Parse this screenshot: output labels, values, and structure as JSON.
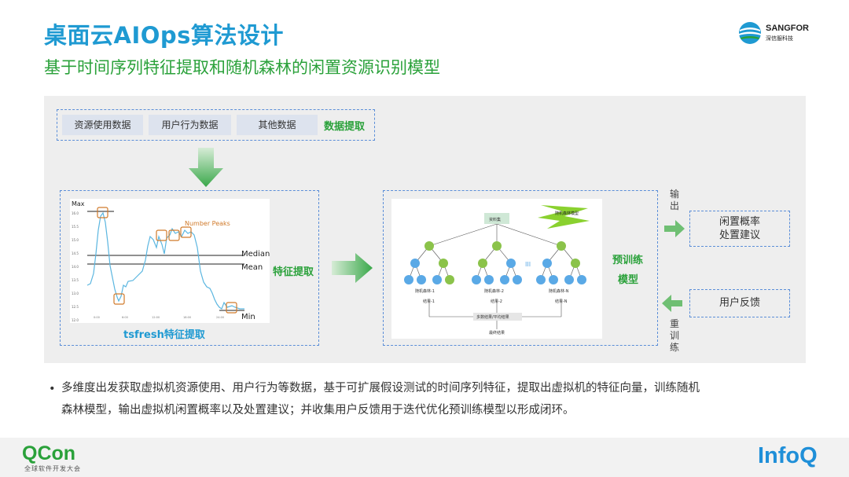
{
  "title": "桌面云AIOps算法设计",
  "subtitle": "基于时间序列特征提取和随机森林的闲置资源识别模型",
  "logo": {
    "name": "SANGFOR",
    "cn": "深信服科技",
    "brand_color": "#1f9ad2"
  },
  "colors": {
    "title_blue": "#1f9ad2",
    "accent_green": "#2aa13a",
    "dash_blue": "#5b8ed8",
    "panel_gray": "#eeeeee"
  },
  "data_extract": {
    "sources": [
      "资源使用数据",
      "用户行为数据",
      "其他数据"
    ],
    "label": "数据提取"
  },
  "feature_extract": {
    "label": "特征提取",
    "caption": "tsfresh特征提取",
    "chart_labels": {
      "max": "Max",
      "min": "Min",
      "median": "Median",
      "mean": "Mean",
      "peaks": "Number Peaks"
    },
    "y_ticks": [
      "16.0",
      "15.5",
      "15.0",
      "14.5",
      "14.0",
      "13.5",
      "13.0",
      "12.5",
      "12.0"
    ]
  },
  "model": {
    "label_line1": "预训练",
    "label_line2": "模型",
    "root_label": "资料集",
    "banner_label": "随机森林模型",
    "tree_labels": [
      "随机森林-1",
      "随机森林-2",
      "随机森林-N"
    ],
    "result_labels": [
      "结果-1",
      "结果-2",
      "结果-N"
    ],
    "vote_label": "多数结果/平均结果",
    "final_label": "最终结果"
  },
  "outputs": {
    "output_vertical": "输出",
    "output_box_line1": "闲置概率",
    "output_box_line2": "处置建议",
    "feedback_box": "用户反馈",
    "retrain_vertical": "重训练"
  },
  "bullet": {
    "symbol": "•",
    "line1": "多维度出发获取虚拟机资源使用、用户行为等数据，基于可扩展假设测试的时间序列特征，提取出虚拟机的特征向量，训练随机",
    "line2": "森林模型，输出虚拟机闲置概率以及处置建议；并收集用户反馈用于迭代优化预训练模型以形成闭环。"
  },
  "footer": {
    "left_logo": "QCon",
    "left_sub": "全球软件开发大会",
    "right_logo": "InfoQ"
  }
}
